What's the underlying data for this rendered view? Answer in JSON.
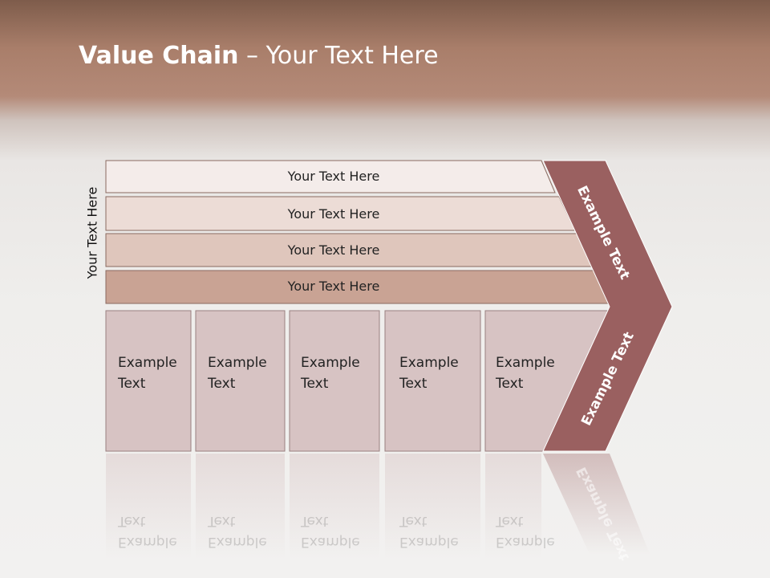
{
  "title": {
    "bold": "Value Chain",
    "rest": " – Your Text Here"
  },
  "side_label": "Your Text Here",
  "bars": [
    {
      "label": "Your Text Here",
      "color": "#f4ecea"
    },
    {
      "label": "Your Text Here",
      "color": "#ecdcd6"
    },
    {
      "label": "Your Text Here",
      "color": "#dfc6bc"
    },
    {
      "label": "Your Text Here",
      "color": "#c9a394"
    }
  ],
  "columns": [
    {
      "line1": "Example",
      "line2": "Text"
    },
    {
      "line1": "Example",
      "line2": "Text"
    },
    {
      "line1": "Example",
      "line2": "Text"
    },
    {
      "line1": "Example",
      "line2": "Text"
    },
    {
      "line1": "Example",
      "line2": "Text"
    }
  ],
  "chevron": {
    "upper": "Example Text",
    "lower": "Example Text",
    "color": "#9a6060"
  },
  "colors": {
    "column_fill": "#d7c3c3",
    "column_stroke": "#9a8080",
    "bar_stroke": "#8a6a60"
  }
}
